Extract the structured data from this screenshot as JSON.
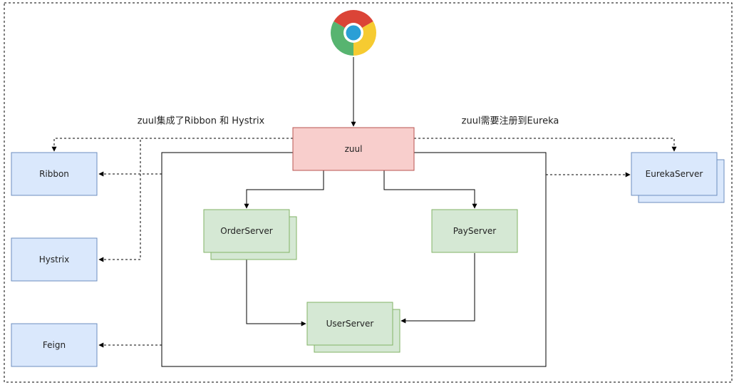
{
  "diagram": {
    "nodes": {
      "zuul": "zuul",
      "ribbon": "Ribbon",
      "hystrix": "Hystrix",
      "feign": "Feign",
      "eureka_server": "EurekaServer",
      "order_server": "OrderServer",
      "pay_server": "PayServer",
      "user_server": "UserServer"
    },
    "annotations": {
      "zuul_integration": "zuul集成了Ribbon 和 Hystrix",
      "zuul_registration": "zuul需要注册到Eureka"
    },
    "icons": {
      "client": "chrome-browser-icon"
    },
    "colors": {
      "blue_fill": "#dae8fc",
      "blue_stroke": "#6c8ebf",
      "green_fill": "#d5e8d4",
      "green_stroke": "#82b366",
      "red_fill": "#f8cecc",
      "red_stroke": "#b85450"
    }
  }
}
